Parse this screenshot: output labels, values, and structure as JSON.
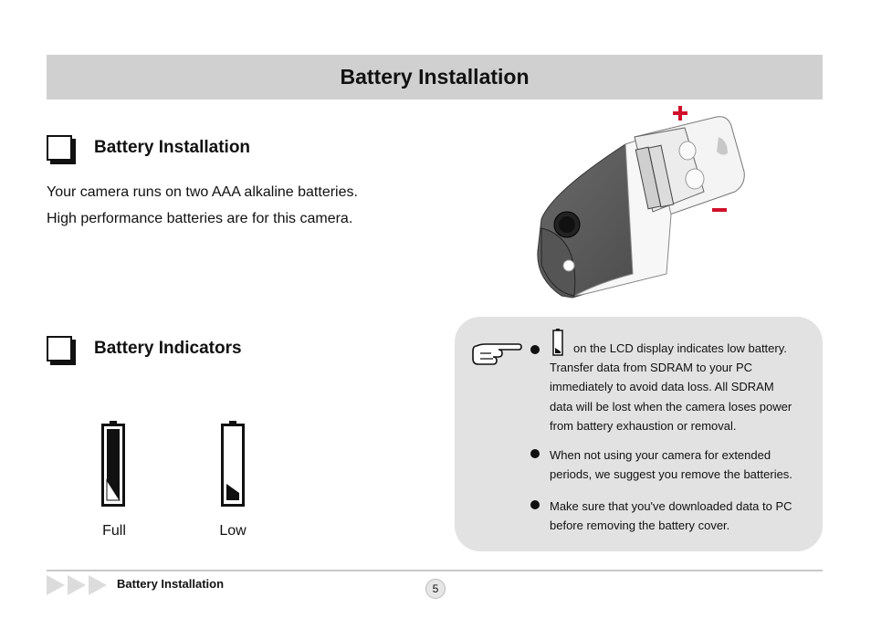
{
  "header": {
    "title": "Battery Installation"
  },
  "section1": {
    "heading": "Battery Installation",
    "paragraphs": [
      "Your camera runs on two AAA alkaline batteries.",
      "High performance batteries are for this camera."
    ]
  },
  "illustration": {
    "plus_symbol": "+",
    "minus_symbol": "−"
  },
  "section2": {
    "heading": "Battery Indicators",
    "indicators": [
      {
        "label": "Full",
        "icon": "battery-full-icon"
      },
      {
        "label": "Low",
        "icon": "battery-low-icon"
      }
    ]
  },
  "notes": {
    "icon": "pointing-hand-icon",
    "item1": [
      "on the LCD display indicates low battery.",
      "Transfer data from SDRAM to your PC",
      "immediately to avoid data loss. All SDRAM",
      "data will be lost when the camera loses power",
      "from battery exhaustion or removal."
    ],
    "item2": [
      "When not using your camera for extended",
      "periods, we suggest you remove the batteries."
    ],
    "item3": [
      "Make sure that you've downloaded data to PC",
      "before removing the battery cover."
    ]
  },
  "footer": {
    "section_label": "Battery Installation",
    "page_number": "5"
  },
  "colors": {
    "title_bar": "#d0d0d0",
    "note_box": "#e2e2e2",
    "accent_red": "#d0102a"
  }
}
